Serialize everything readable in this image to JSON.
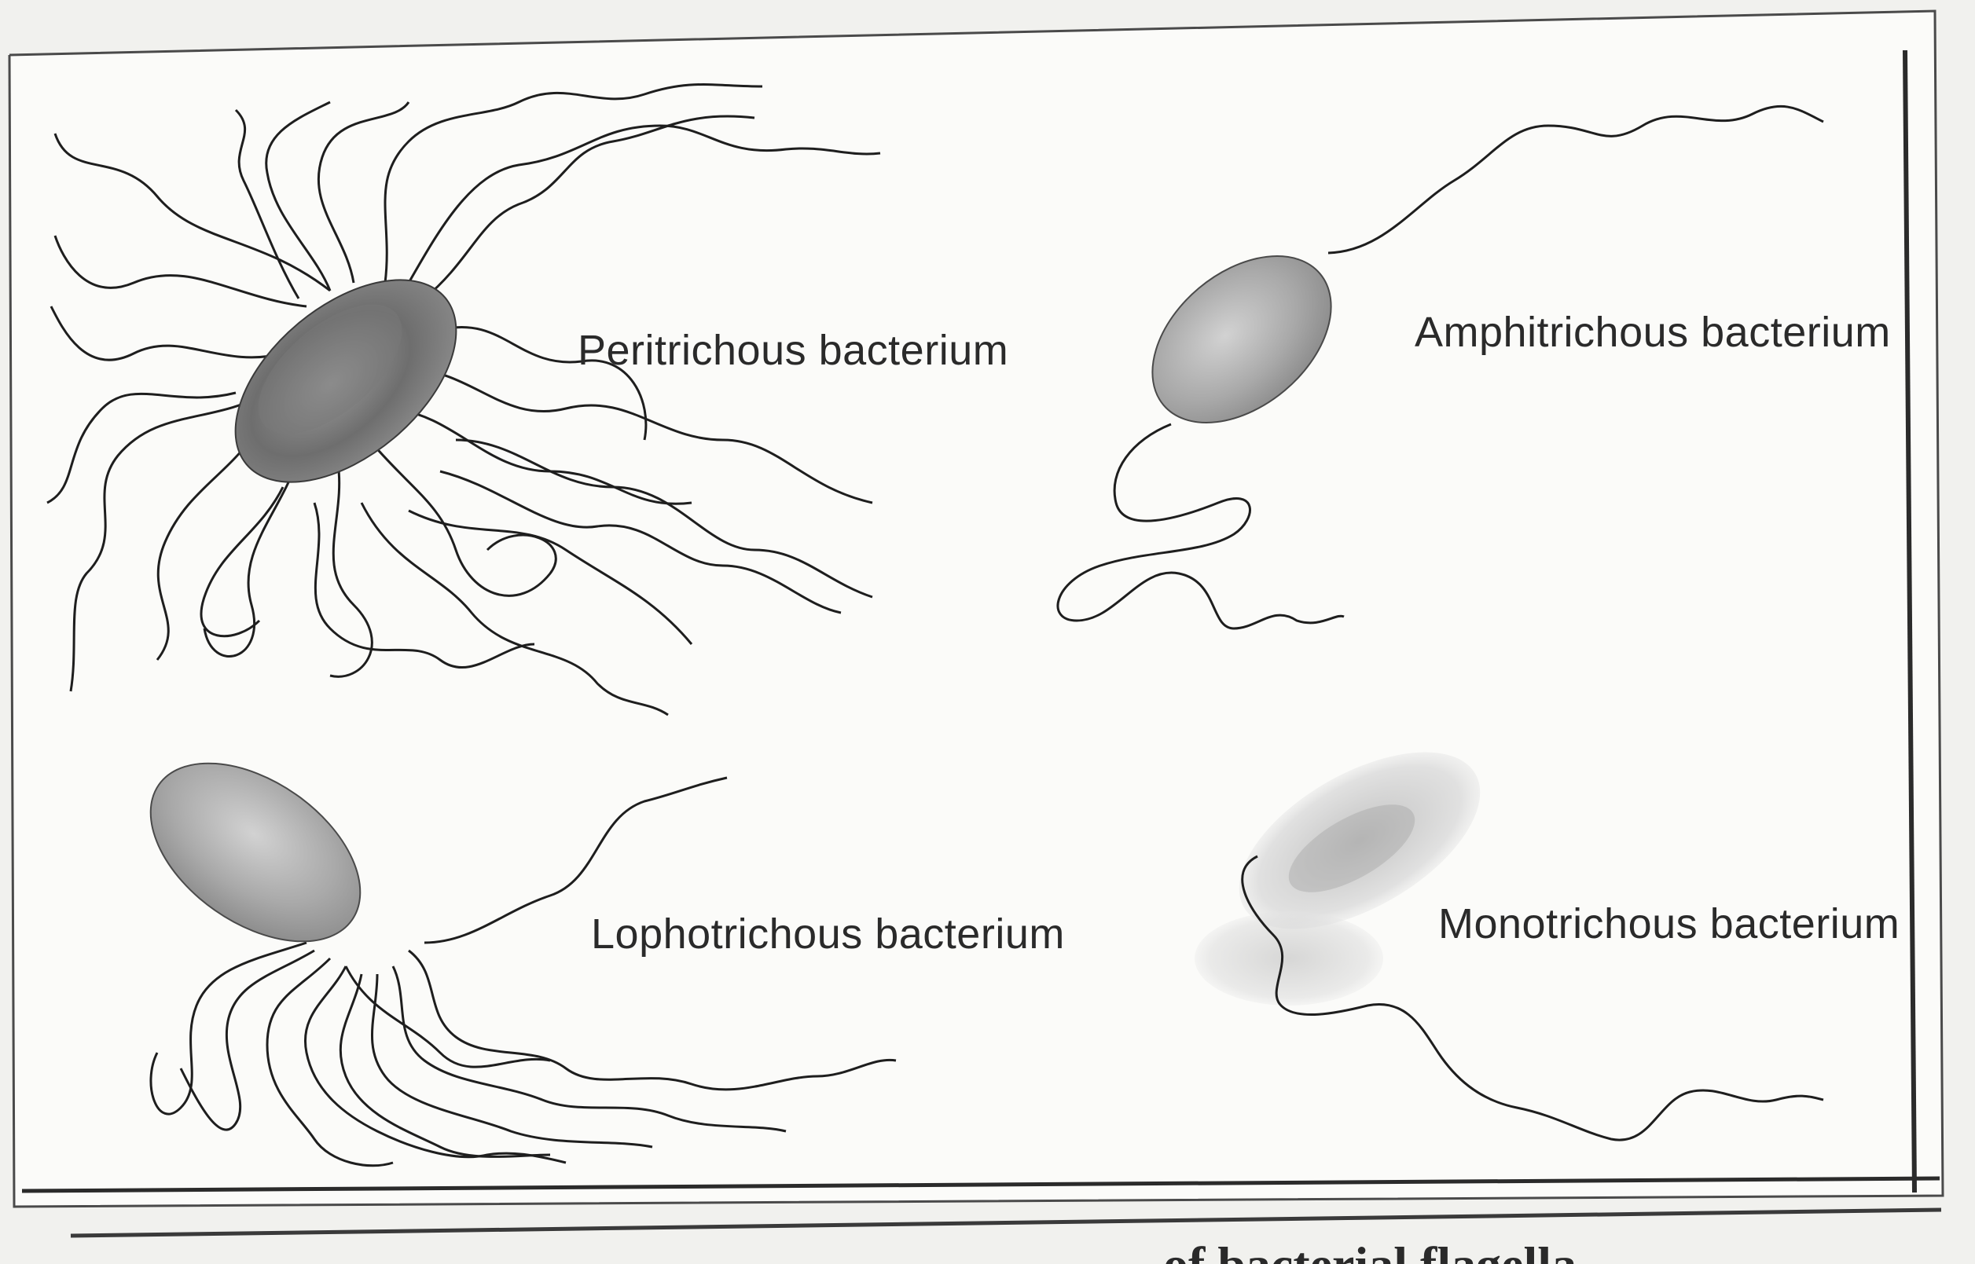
{
  "labels": {
    "peritrichous": "Peritrichous bacterium",
    "amphitrichous": "Amphitrichous bacterium",
    "lophotrichous": "Lophotrichous bacterium",
    "monotrichous": "Monotrichous bacterium"
  },
  "caption_partial": "of bacterial flagella",
  "colors": {
    "paper": "#f1f1ee",
    "ink": "#1e1e1e",
    "frame": "#2b2b2b"
  }
}
